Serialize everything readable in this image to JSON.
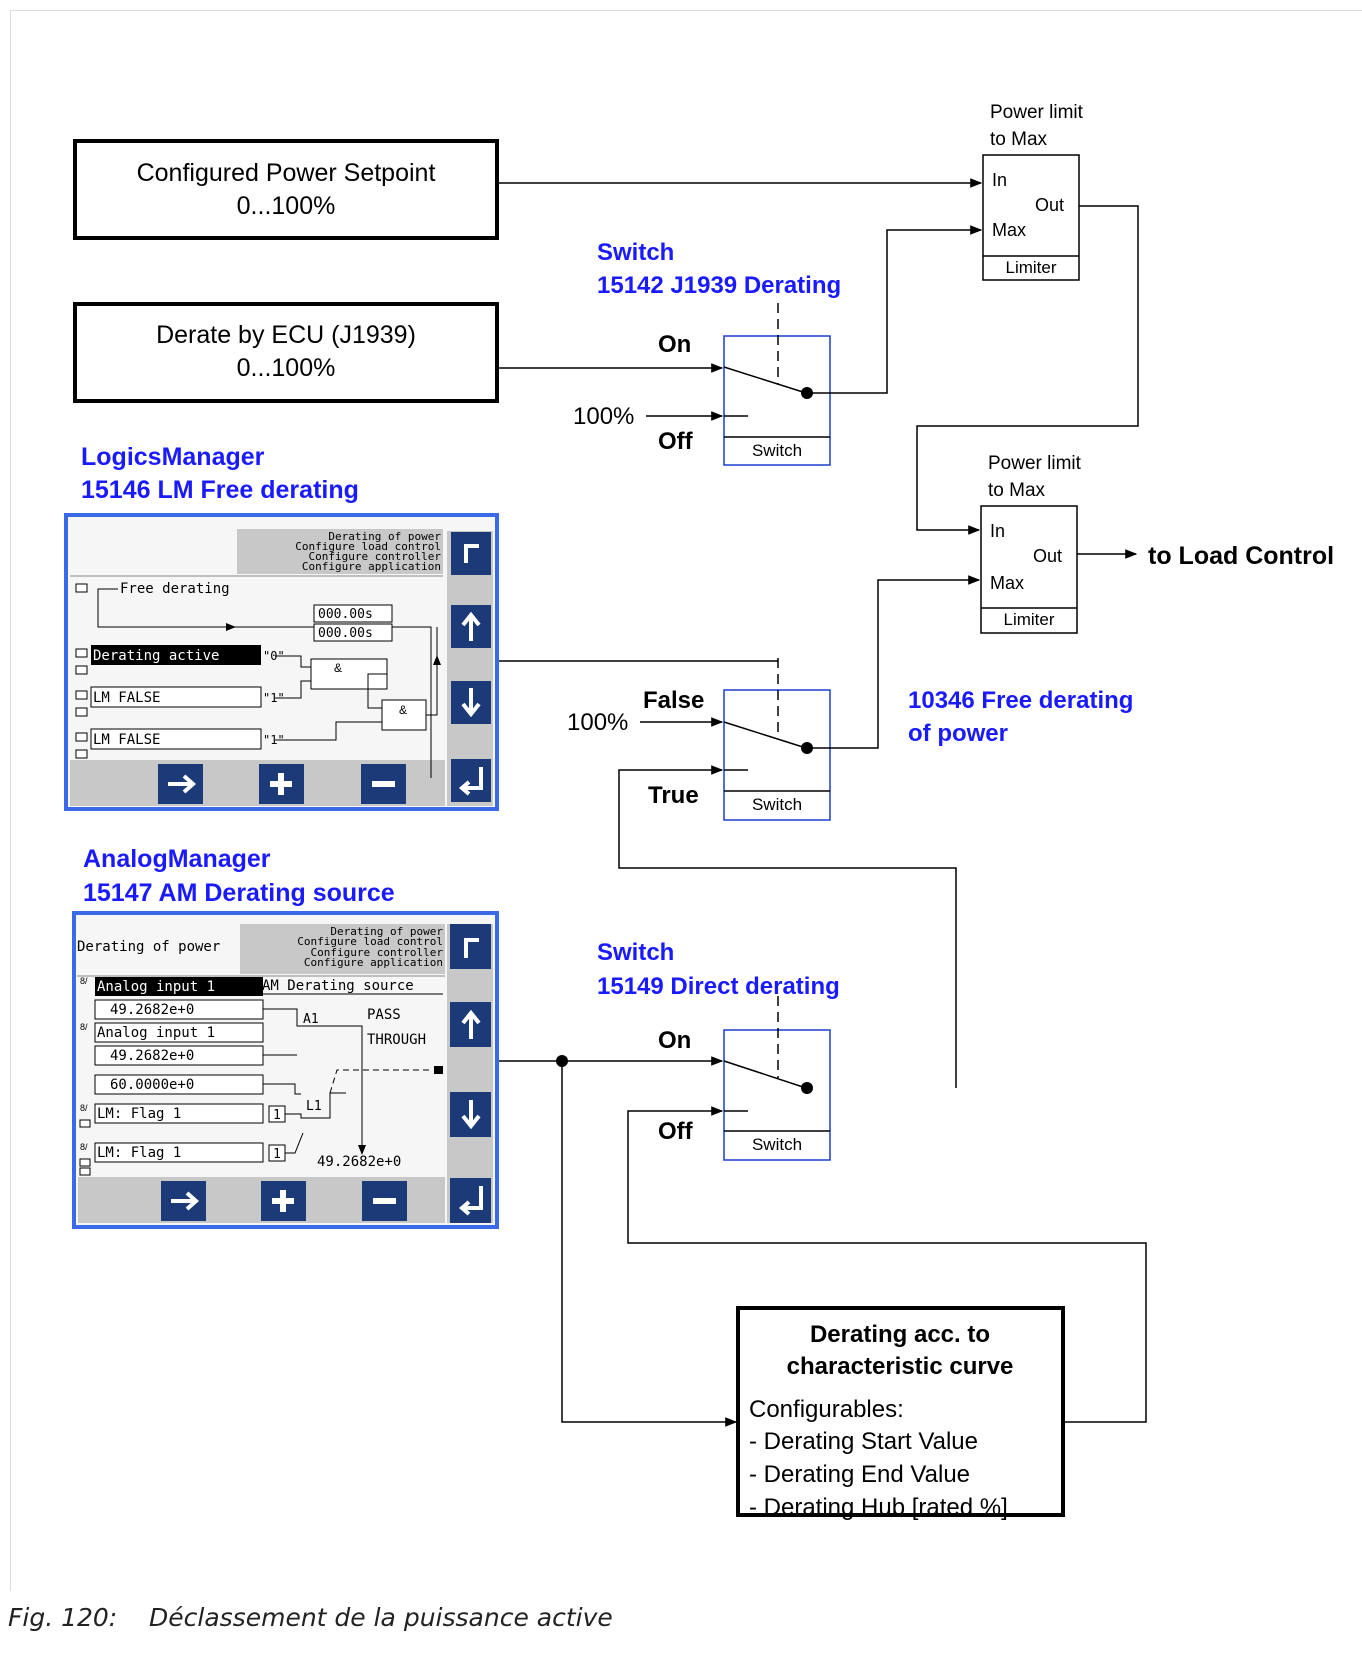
{
  "boxes": {
    "setpoint": {
      "line1": "Configured Power Setpoint",
      "line2": "0...100%"
    },
    "ecu": {
      "line1": "Derate by ECU (J1939)",
      "line2": "0...100%"
    },
    "curve": {
      "title1": "Derating acc. to",
      "title2": "characteristic curve",
      "heading": "Configurables:",
      "items": [
        "- Derating Start Value",
        "- Derating End Value",
        "- Derating Hub [rated %]"
      ]
    }
  },
  "limiters": [
    {
      "title1": "Power limit",
      "title2": "to Max",
      "in": "In",
      "max": "Max",
      "out": "Out",
      "name": "Limiter"
    },
    {
      "title1": "Power limit",
      "title2": "to Max",
      "in": "In",
      "max": "Max",
      "out": "Out",
      "name": "Limiter"
    }
  ],
  "switches": {
    "j1939": {
      "label1": "Switch",
      "label2": "15142 J1939 Derating",
      "top": "On",
      "bottom": "Off",
      "input": "100%",
      "name": "Switch"
    },
    "free": {
      "top": "False",
      "bottom": "True",
      "input": "100%",
      "name": "Switch"
    },
    "direct": {
      "label1": "Switch",
      "label2": "15149 Direct derating",
      "top": "On",
      "bottom": "Off",
      "name": "Switch"
    }
  },
  "output_label": "to Load Control",
  "free_derating_label": {
    "line1": "10346 Free derating",
    "line2": "of power"
  },
  "logics_manager": {
    "heading1": "LogicsManager",
    "heading2": "15146 LM Free derating",
    "menu": [
      "Derating of power",
      "Configure load control",
      "Configure controller",
      "Configure application"
    ],
    "free_derating": "Free derating",
    "timer_on": "000.00s",
    "timer_off": "000.00s",
    "inputs": [
      "Derating active",
      "LM FALSE",
      "LM FALSE"
    ],
    "input_values": [
      "\"0\"",
      "\"1\"",
      "\"1\""
    ],
    "gate": "&"
  },
  "analog_manager": {
    "heading1": "AnalogManager",
    "heading2": "15147 AM Derating source",
    "title": "Derating of power",
    "menu": [
      "Derating of power",
      "Configure load control",
      "Configure controller",
      "Configure application"
    ],
    "source_title": "AM Derating source",
    "rows": [
      "Analog input 1",
      "49.2682e+0",
      "Analog input 1",
      "49.2682e+0",
      "60.0000e+0",
      "LM: Flag 1",
      "LM: Flag 1"
    ],
    "mode": [
      "PASS",
      "THROUGH"
    ],
    "a_label": "A1",
    "l_label": "L1",
    "one": "1",
    "result": "49.2682e+0"
  },
  "colors": {
    "accent_blue": "#1a1aff",
    "panel_navy": "#1c3a78",
    "panel_border": "#3a6ae8",
    "panel_grey": "#c8c8c8"
  },
  "caption": "Fig. 120:    Déclassement de la puissance active"
}
